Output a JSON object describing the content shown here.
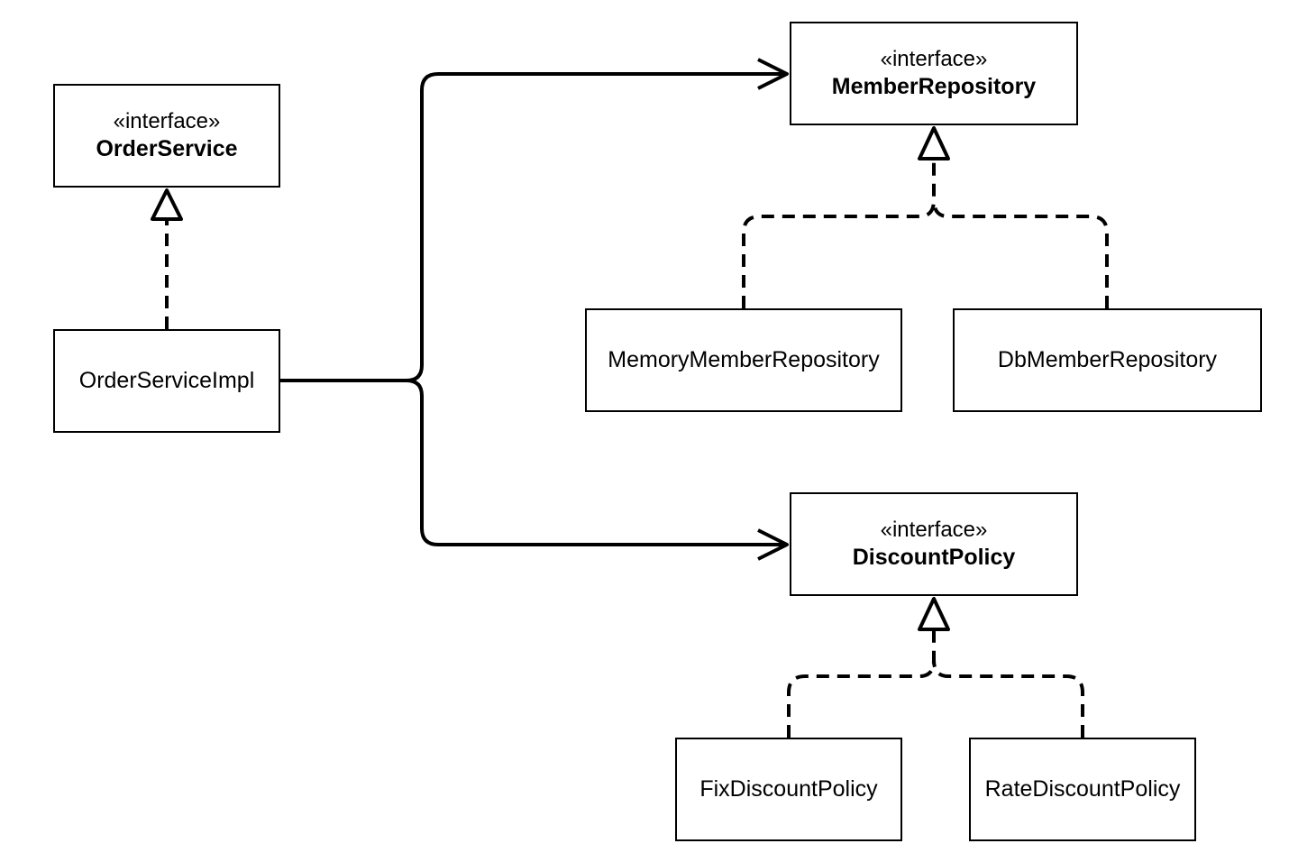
{
  "order_service": {
    "stereotype": "«interface»",
    "name": "OrderService"
  },
  "order_service_impl": {
    "name": "OrderServiceImpl"
  },
  "member_repository": {
    "stereotype": "«interface»",
    "name": "MemberRepository"
  },
  "memory_member_repository": {
    "name": "MemoryMemberRepository"
  },
  "db_member_repository": {
    "name": "DbMemberRepository"
  },
  "discount_policy": {
    "stereotype": "«interface»",
    "name": "DiscountPolicy"
  },
  "fix_discount_policy": {
    "name": "FixDiscountPolicy"
  },
  "rate_discount_policy": {
    "name": "RateDiscountPolicy"
  },
  "relationships": [
    {
      "from": "OrderServiceImpl",
      "to": "OrderService",
      "type": "realization"
    },
    {
      "from": "OrderServiceImpl",
      "to": "MemberRepository",
      "type": "dependency"
    },
    {
      "from": "OrderServiceImpl",
      "to": "DiscountPolicy",
      "type": "dependency"
    },
    {
      "from": "MemoryMemberRepository",
      "to": "MemberRepository",
      "type": "realization"
    },
    {
      "from": "DbMemberRepository",
      "to": "MemberRepository",
      "type": "realization"
    },
    {
      "from": "FixDiscountPolicy",
      "to": "DiscountPolicy",
      "type": "realization"
    },
    {
      "from": "RateDiscountPolicy",
      "to": "DiscountPolicy",
      "type": "realization"
    }
  ]
}
